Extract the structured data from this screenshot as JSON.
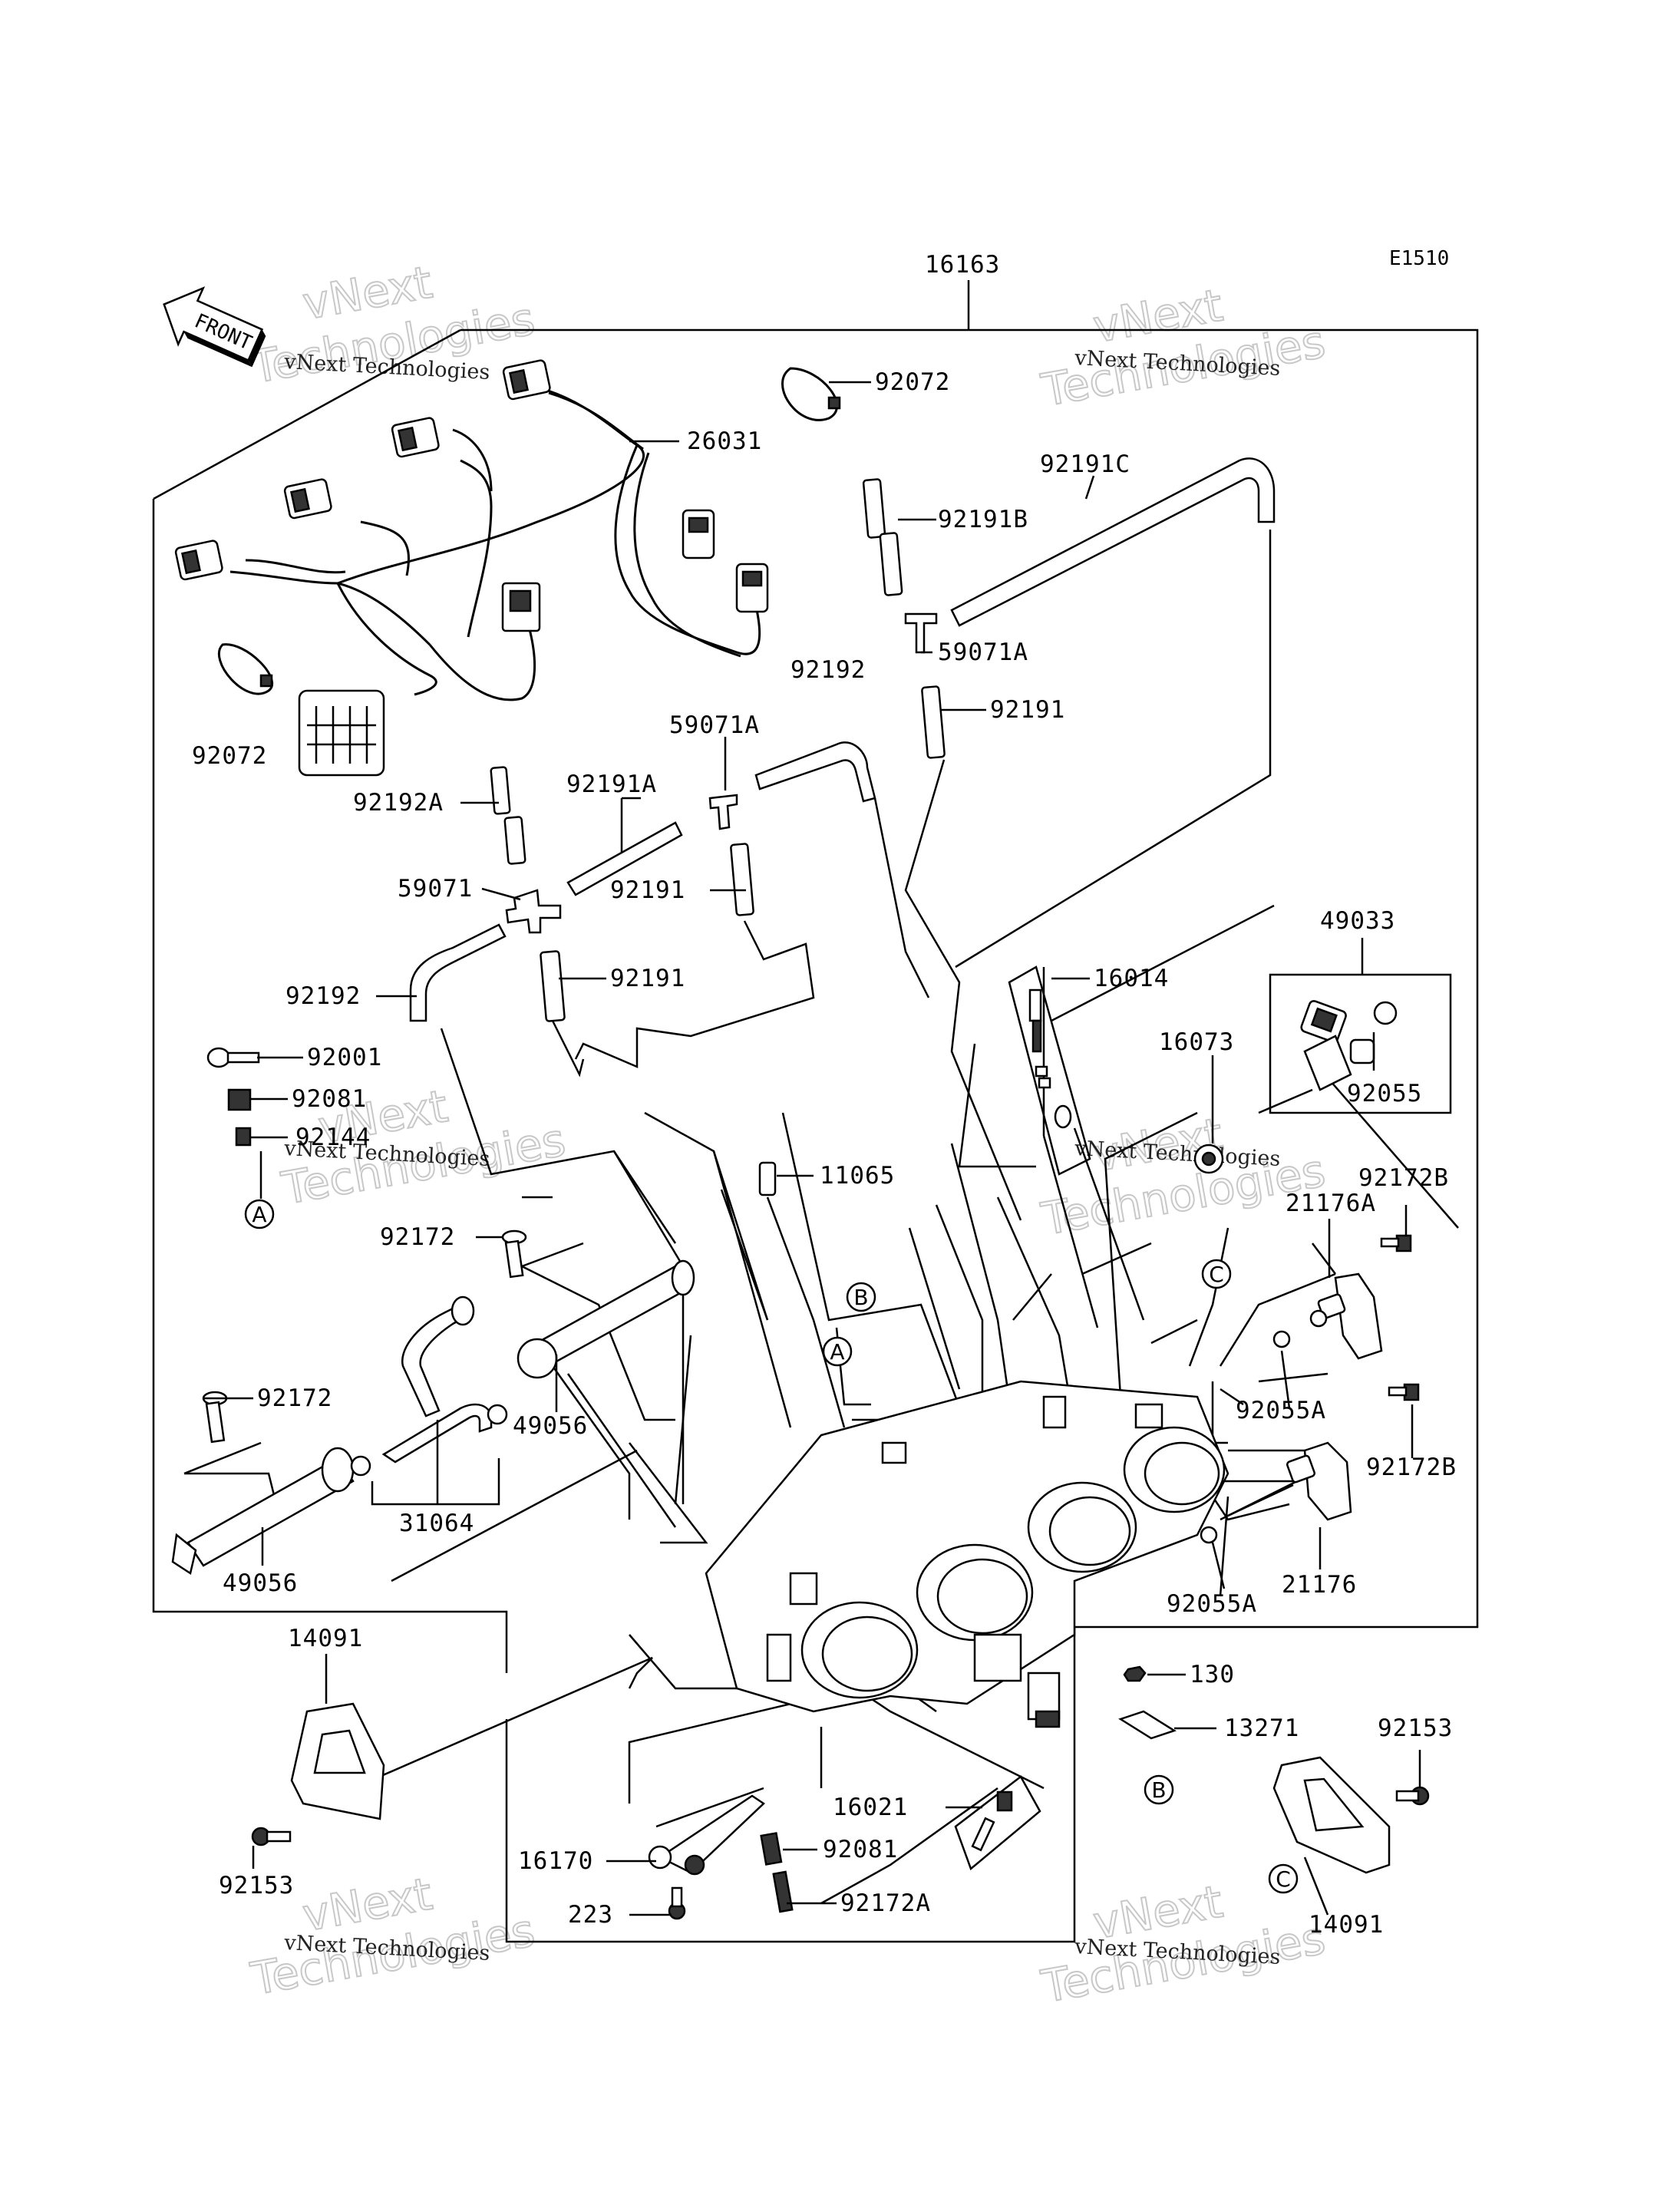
{
  "diagram": {
    "code": "E1510",
    "front_label": "FRONT",
    "watermark": {
      "line1": "vNext Technologies",
      "line2": "vNext",
      "line3": "Technologies"
    },
    "parts": {
      "p16163": "16163",
      "p26031": "26031",
      "p92072a": "92072",
      "p92072b": "92072",
      "p92191c": "92191C",
      "p92191b": "92191B",
      "p59071a_top": "59071A",
      "p92192_top": "92192",
      "p92191_top": "92191",
      "p59071a_mid": "59071A",
      "p92192a": "92192A",
      "p92191a": "92191A",
      "p59071": "59071",
      "p92191_mid": "92191",
      "p92192_left": "92192",
      "p92191_low": "92191",
      "p16014": "16014",
      "p49033": "49033",
      "p16073": "16073",
      "p92055": "92055",
      "p92001": "92001",
      "p92081_left": "92081",
      "p92144": "92144",
      "p11065": "11065",
      "p92172b_top": "92172B",
      "p21176a": "21176A",
      "p92172_top": "92172",
      "p92172_mid": "92172",
      "p49056_right": "49056",
      "p49056_left": "49056",
      "p31064": "31064",
      "p92055a_top": "92055A",
      "p92172b_low": "92172B",
      "p21176": "21176",
      "p92055a_low": "92055A",
      "p14091_left": "14091",
      "p92153_left": "92153",
      "p130": "130",
      "p13271": "13271",
      "p92153_right": "92153",
      "p14091_right": "14091",
      "p16021": "16021",
      "p16170": "16170",
      "p92081_low": "92081",
      "p223": "223",
      "p92172a": "92172A"
    },
    "refs": {
      "A": "A",
      "B": "B",
      "C": "C"
    }
  }
}
